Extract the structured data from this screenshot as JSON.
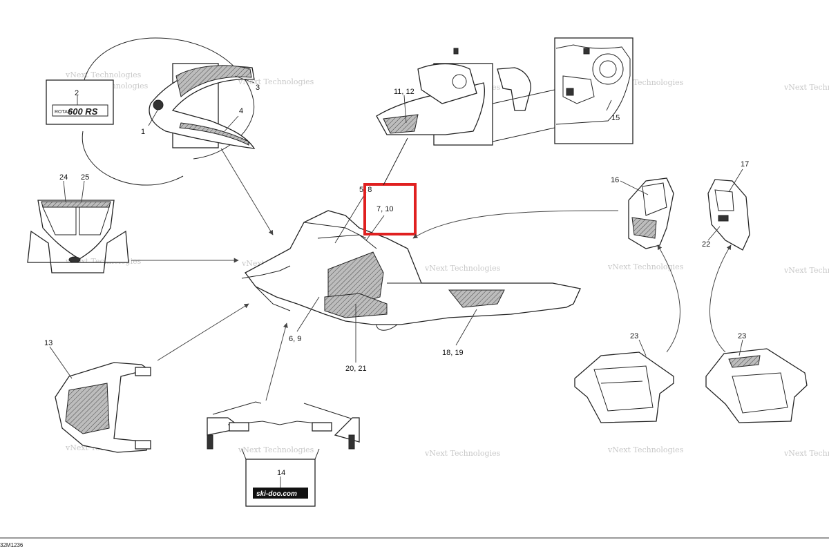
{
  "callouts": {
    "c1": "1",
    "c2": "2",
    "c3": "3",
    "c4": "4",
    "c5_8": "5, 8",
    "c7_10": "7, 10",
    "c6_9": "6, 9",
    "c11_12": "11, 12",
    "c13": "13",
    "c14": "14",
    "c15": "15",
    "c16": "16",
    "c17": "17",
    "c18_19": "18, 19",
    "c20_21": "20, 21",
    "c22": "22",
    "c23a": "23",
    "c23b": "23",
    "c24": "24",
    "c25": "25"
  },
  "decal_text": {
    "rotax_left": "ROTAX",
    "rotax_model": "600 RS",
    "skidoo": "ski-doo.com"
  },
  "watermark": "vNext Technologies",
  "footer_code": "32M1236",
  "highlight_color": "#e02020"
}
